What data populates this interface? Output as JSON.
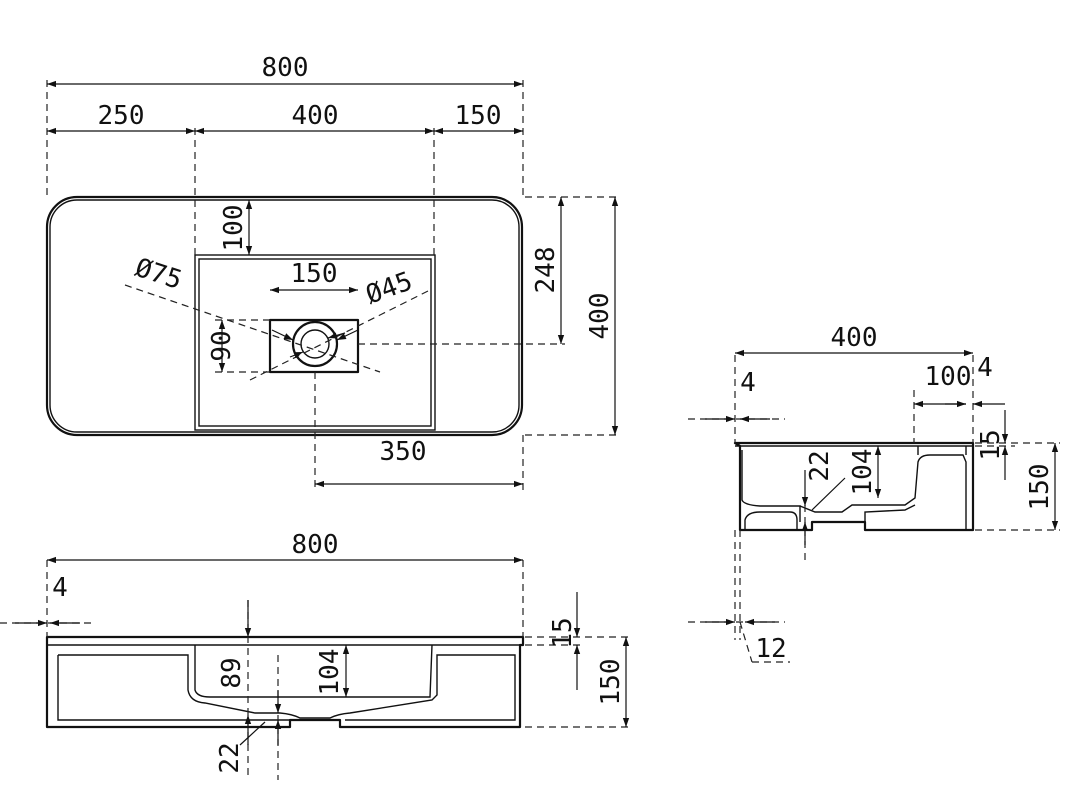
{
  "top_view": {
    "overall_width": "800",
    "seg_left": "250",
    "seg_mid": "400",
    "seg_right": "150",
    "top_margin": "100",
    "drain_depth": "248",
    "overall_depth": "400",
    "overflow_dia": "Ø75",
    "waste_dia": "Ø45",
    "drain_width": "150",
    "drain_height": "90",
    "drain_offset": "350"
  },
  "front_view": {
    "overall_width": "800",
    "wall": "4",
    "rim": "15",
    "height": "150",
    "depth_a": "89",
    "depth_b": "104",
    "bottom": "22"
  },
  "side_view": {
    "overall_width": "400",
    "wall_left": "4",
    "right_seg": "100",
    "wall_right": "4",
    "rim": "15",
    "height": "150",
    "depth": "104",
    "bottom": "22",
    "offset": "12"
  }
}
